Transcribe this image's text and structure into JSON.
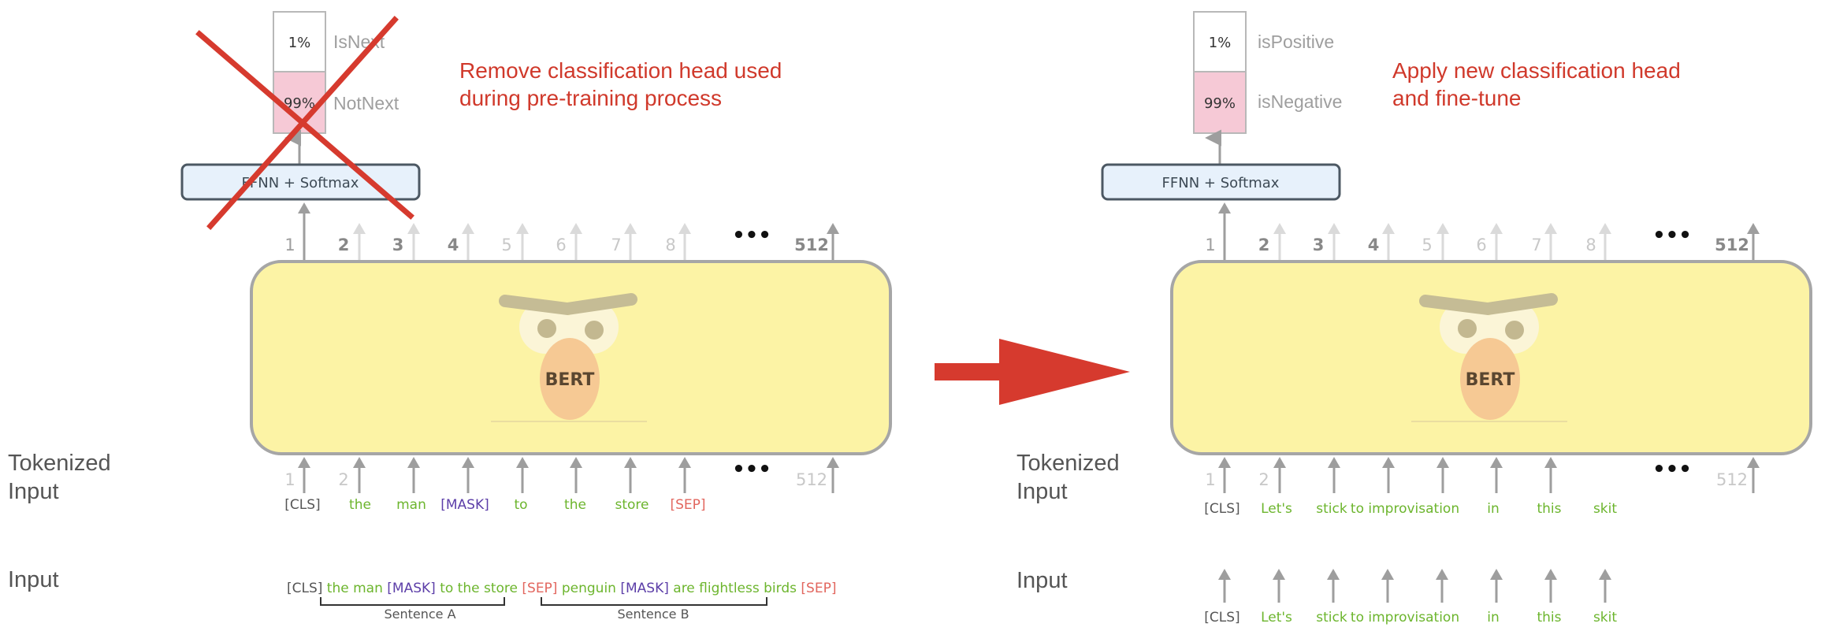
{
  "colors": {
    "arrow": "#9e9e9e",
    "arrow_faint": "#dadada",
    "bert_body": "#fcf3a5",
    "bert_border": "#a6a6a6",
    "ffnn_fill": "#e7f1fb",
    "ffnn_border": "#4c5863",
    "prob_high": "#f6c9d6",
    "cross": "#d63a2e",
    "big_arrow": "#d63a2e",
    "token_green": "#6cb52d",
    "token_purple": "#5c3ea8",
    "token_red": "#e2665e",
    "token_gray": "#555555"
  },
  "left": {
    "classifier": {
      "top": {
        "prob": "1%",
        "label": "IsNext"
      },
      "bottom": {
        "prob": "99%",
        "label": "NotNext"
      }
    },
    "ffnn_label": "FFNN + Softmax",
    "note_line1": "Remove classification head used",
    "note_line2": "during pre-training process",
    "positions": [
      "1",
      "2",
      "3",
      "4",
      "5",
      "6",
      "7",
      "8"
    ],
    "ellipsis": "•••",
    "last_position": "512",
    "bert_label": "BERT",
    "tokenized_label_line1": "Tokenized",
    "tokenized_label_line2": "Input",
    "input_label": "Input",
    "tokens": [
      {
        "text": "[CLS]",
        "color": "gray"
      },
      {
        "text": "the",
        "color": "green"
      },
      {
        "text": "man",
        "color": "green"
      },
      {
        "text": "[MASK]",
        "color": "purple"
      },
      {
        "text": "to",
        "color": "green"
      },
      {
        "text": "the",
        "color": "green"
      },
      {
        "text": "store",
        "color": "green"
      },
      {
        "text": "[SEP]",
        "color": "red"
      }
    ],
    "input_sentence": [
      {
        "text": "[CLS]",
        "color": "gray"
      },
      {
        "text": " the man ",
        "color": "green"
      },
      {
        "text": "[MASK]",
        "color": "purple"
      },
      {
        "text": " to the store ",
        "color": "green"
      },
      {
        "text": "[SEP]",
        "color": "red"
      },
      {
        "text": " penguin ",
        "color": "green"
      },
      {
        "text": "[MASK]",
        "color": "purple"
      },
      {
        "text": " are flightless birds ",
        "color": "green"
      },
      {
        "text": "[SEP]",
        "color": "red"
      }
    ],
    "sentence_a": "Sentence A",
    "sentence_b": "Sentence B"
  },
  "right": {
    "classifier": {
      "top": {
        "prob": "1%",
        "label": "isPositive"
      },
      "bottom": {
        "prob": "99%",
        "label": "isNegative"
      }
    },
    "ffnn_label": "FFNN + Softmax",
    "note_line1": "Apply new classification head",
    "note_line2": "and fine-tune",
    "positions": [
      "1",
      "2",
      "3",
      "4",
      "5",
      "6",
      "7",
      "8"
    ],
    "ellipsis": "•••",
    "last_position": "512",
    "bert_label": "BERT",
    "tokenized_label_line1": "Tokenized",
    "tokenized_label_line2": "Input",
    "input_label": "Input",
    "tokens": [
      {
        "text": "[CLS]",
        "color": "gray"
      },
      {
        "text": "Let's",
        "color": "green"
      },
      {
        "text": "stick",
        "color": "green"
      },
      {
        "text": "to improvisation",
        "color": "green"
      },
      {
        "text": "in",
        "color": "green"
      },
      {
        "text": "this",
        "color": "green"
      },
      {
        "text": "skit",
        "color": "green"
      }
    ],
    "input_tokens": [
      {
        "text": "[CLS]",
        "color": "gray"
      },
      {
        "text": "Let's",
        "color": "green"
      },
      {
        "text": "stick",
        "color": "green"
      },
      {
        "text": "to improvisation",
        "color": "green"
      },
      {
        "text": "in",
        "color": "green"
      },
      {
        "text": "this",
        "color": "green"
      },
      {
        "text": "skit",
        "color": "green"
      }
    ]
  }
}
